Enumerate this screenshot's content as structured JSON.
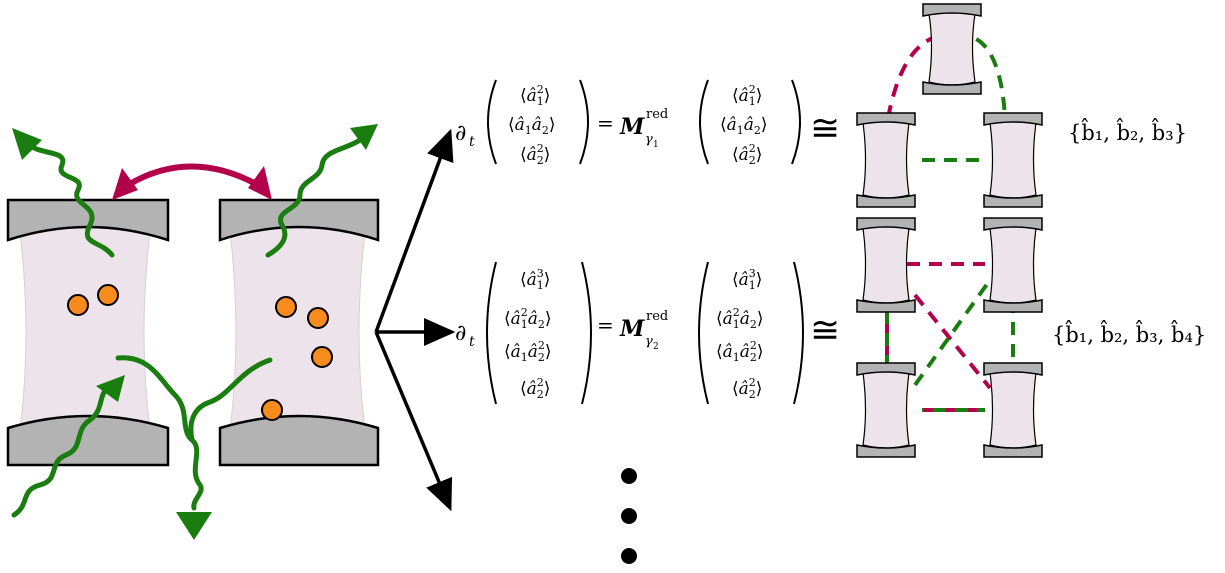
{
  "colors": {
    "mirror": "#b3b3b3",
    "cavity": "#ede3ea",
    "green": "#1a7d10",
    "crimson": "#b3004b",
    "atom": "#f78b1c",
    "ink": "#000000"
  },
  "equation1": {
    "lhs_symbol": "∂",
    "lhs_sub": "t",
    "vector_rows": [
      {
        "base": "⟨â",
        "sub": "1",
        "sup": "2",
        "tail": "⟩"
      },
      {
        "base": "⟨â",
        "sub": "1",
        "mid": "â",
        "sub2": "2",
        "tail": "⟩"
      },
      {
        "base": "⟨â",
        "sub": "2",
        "sup": "2",
        "tail": "⟩"
      }
    ],
    "equals": "=",
    "matrix_letter": "M",
    "matrix_sup": "red",
    "matrix_sub_letter": "γ",
    "matrix_sub_index": "1",
    "iso": "≅",
    "basis": "{b̂₁, b̂₂, b̂₃}"
  },
  "equation2": {
    "lhs_symbol": "∂",
    "lhs_sub": "t",
    "equals": "=",
    "matrix_letter": "M",
    "matrix_sup": "red",
    "matrix_sub_letter": "γ",
    "matrix_sub_index": "2",
    "iso": "≅",
    "basis": "{b̂₁, b̂₂, b̂₃, b̂₄}"
  },
  "ellipsis": "⋮"
}
